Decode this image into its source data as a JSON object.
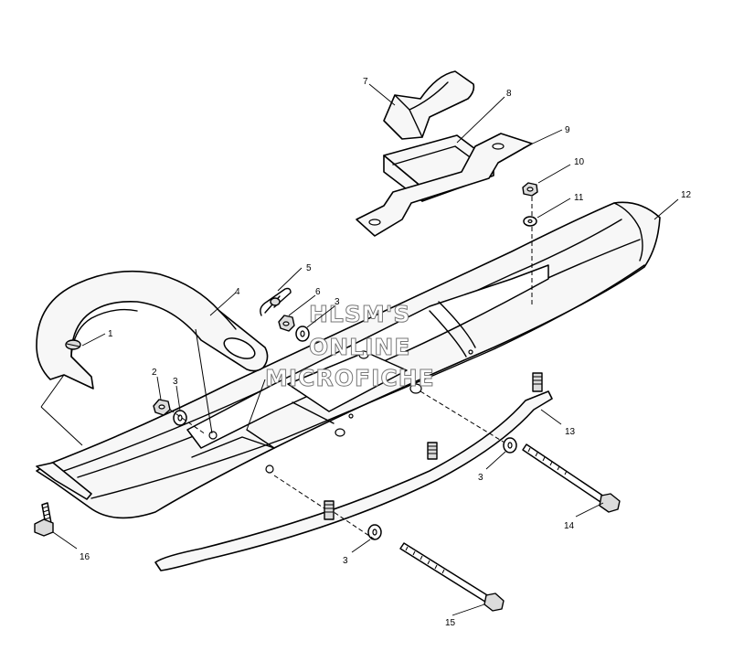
{
  "watermark": {
    "line1": "HLSM'S",
    "line2": "ONLINE",
    "line3": "MICROFICHE"
  },
  "callouts": [
    {
      "id": "c1",
      "label": "1"
    },
    {
      "id": "c2",
      "label": "2"
    },
    {
      "id": "c3a",
      "label": "3"
    },
    {
      "id": "c3b",
      "label": "3"
    },
    {
      "id": "c3c",
      "label": "3"
    },
    {
      "id": "c3d",
      "label": "3"
    },
    {
      "id": "c4",
      "label": "4"
    },
    {
      "id": "c5",
      "label": "5"
    },
    {
      "id": "c6",
      "label": "6"
    },
    {
      "id": "c7",
      "label": "7"
    },
    {
      "id": "c8",
      "label": "8"
    },
    {
      "id": "c9",
      "label": "9"
    },
    {
      "id": "c10",
      "label": "10"
    },
    {
      "id": "c11",
      "label": "11"
    },
    {
      "id": "c12",
      "label": "12"
    },
    {
      "id": "c13",
      "label": "13"
    },
    {
      "id": "c14",
      "label": "14"
    },
    {
      "id": "c15",
      "label": "15"
    },
    {
      "id": "c16",
      "label": "16"
    }
  ]
}
